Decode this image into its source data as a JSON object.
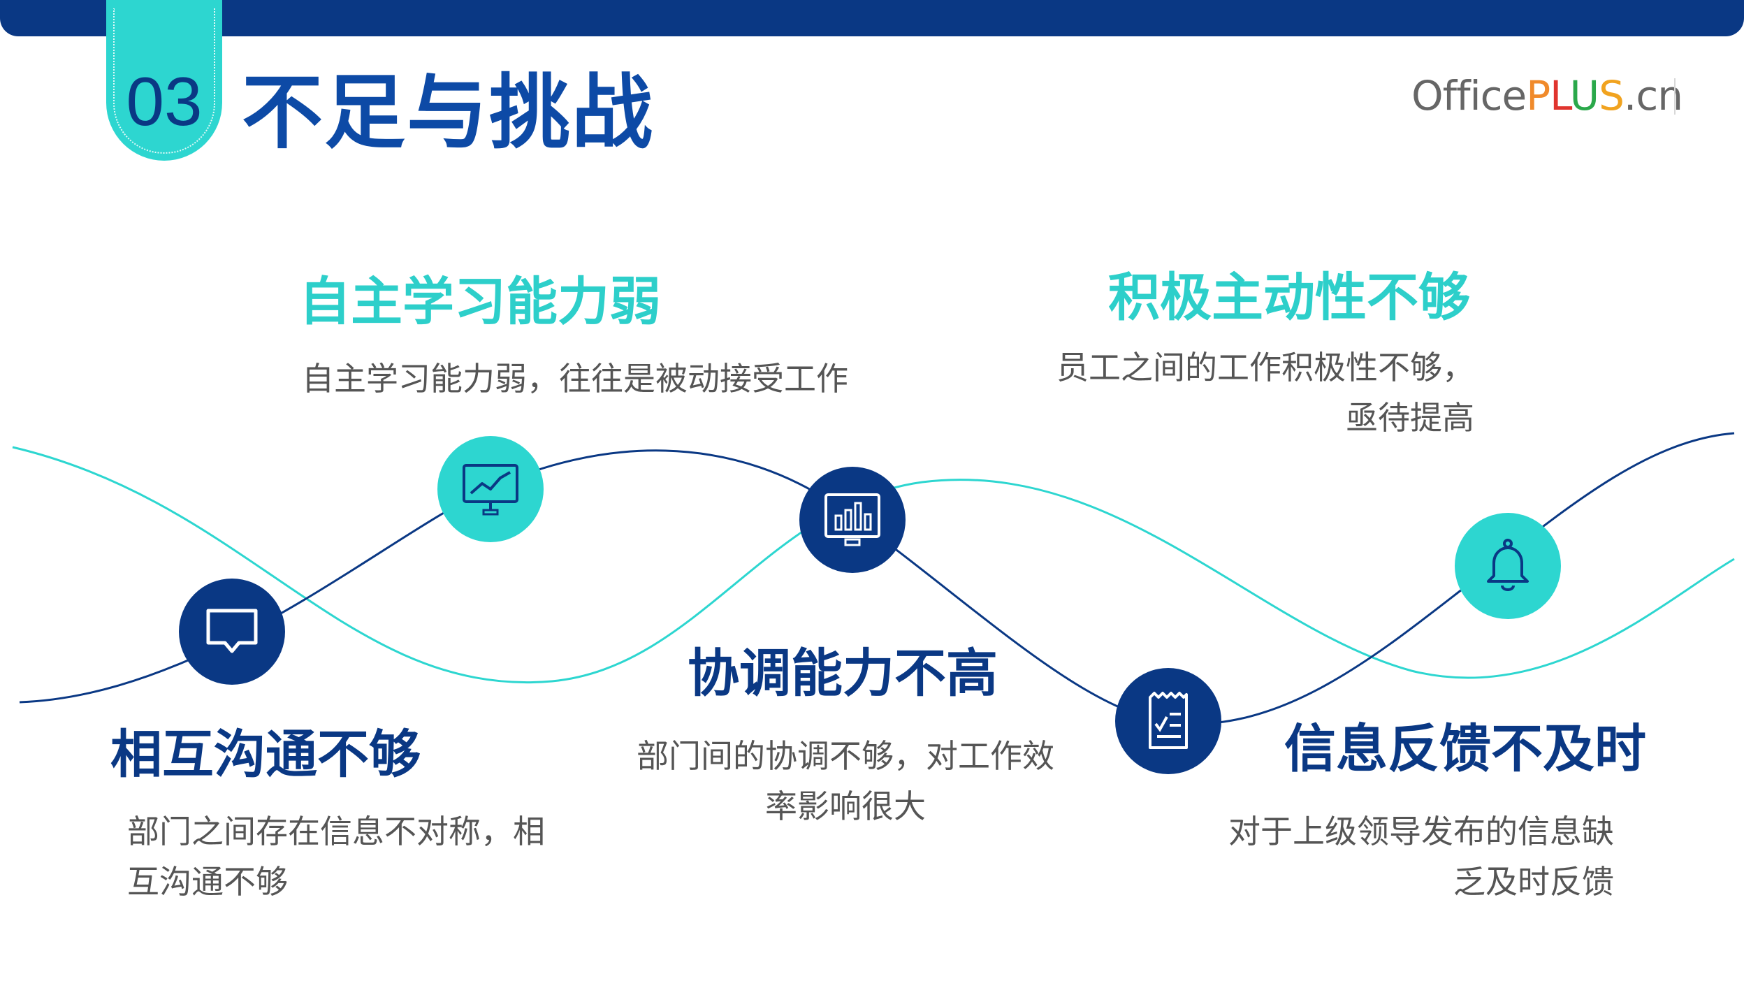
{
  "header": {
    "section_number": "03",
    "title": "不足与挑战",
    "logo": {
      "part1": "Office",
      "p": "P",
      "l": "L",
      "u": "U",
      "s": "S",
      "suffix": ".cn"
    }
  },
  "colors": {
    "navy": "#0a3884",
    "teal": "#2dd6d0",
    "title_blue": "#0d4aa6",
    "desc_gray": "#555555"
  },
  "items": [
    {
      "icon": "chat-bubble-icon",
      "title": "相互沟通不够",
      "desc_line1": "部门之间存在信息不对称，相",
      "desc_line2": "互沟通不够"
    },
    {
      "icon": "monitor-trend-icon",
      "title": "自主学习能力弱",
      "desc_line1": "自主学习能力弱，往往是被动接受工作",
      "desc_line2": ""
    },
    {
      "icon": "bar-chart-monitor-icon",
      "title": "协调能力不高",
      "desc_line1": "部门间的协调不够，对工作效",
      "desc_line2": "率影响很大"
    },
    {
      "icon": "checklist-icon",
      "title": "信息反馈不及时",
      "desc_line1": "对于上级领导发布的信息缺",
      "desc_line2": "乏及时反馈"
    },
    {
      "icon": "bell-icon",
      "title": "积极主动性不够",
      "desc_line1": "员工之间的工作积极性不够，",
      "desc_line2": "亟待提高"
    }
  ]
}
